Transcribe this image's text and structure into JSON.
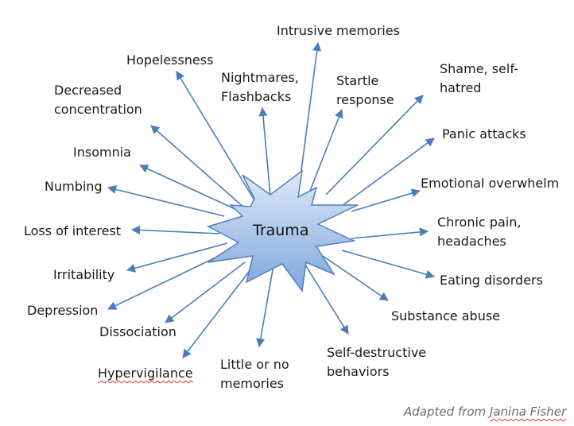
{
  "center": {
    "label": "Trauma",
    "fill_top": "#dfe9f7",
    "fill_bottom": "#7fa6dc",
    "stroke": "#4f7ebf"
  },
  "arrow_color": "#4a7ebb",
  "labels": [
    {
      "id": "intrusive",
      "text": "Intrusive memories"
    },
    {
      "id": "hopelessness",
      "text": "Hopelessness"
    },
    {
      "id": "nightmares",
      "text": "Nightmares,\nFlashbacks"
    },
    {
      "id": "startle",
      "text": "Startle\nresponse"
    },
    {
      "id": "shame",
      "text": "Shame, self-\nhatred"
    },
    {
      "id": "decreased",
      "text": "Decreased\nconcentration"
    },
    {
      "id": "panic",
      "text": "Panic attacks"
    },
    {
      "id": "insomnia",
      "text": "Insomnia"
    },
    {
      "id": "emotional",
      "text": "Emotional overwhelm"
    },
    {
      "id": "numbing",
      "text": "Numbing"
    },
    {
      "id": "chronic",
      "text": "Chronic pain,\nheadaches"
    },
    {
      "id": "loss",
      "text": "Loss of interest"
    },
    {
      "id": "eating",
      "text": "Eating disorders"
    },
    {
      "id": "irritability",
      "text": "Irritability"
    },
    {
      "id": "depression",
      "text": "Depression"
    },
    {
      "id": "substance",
      "text": "Substance abuse"
    },
    {
      "id": "dissociation",
      "text": "Dissociation"
    },
    {
      "id": "selfdestructive",
      "text": "Self-destructive\nbehaviors"
    },
    {
      "id": "little",
      "text": "Little or no\nmemories"
    },
    {
      "id": "hypervigilance",
      "text": "Hypervigilance"
    }
  ],
  "credit": {
    "prefix": "Adapted from ",
    "name": "Janina Fisher"
  }
}
